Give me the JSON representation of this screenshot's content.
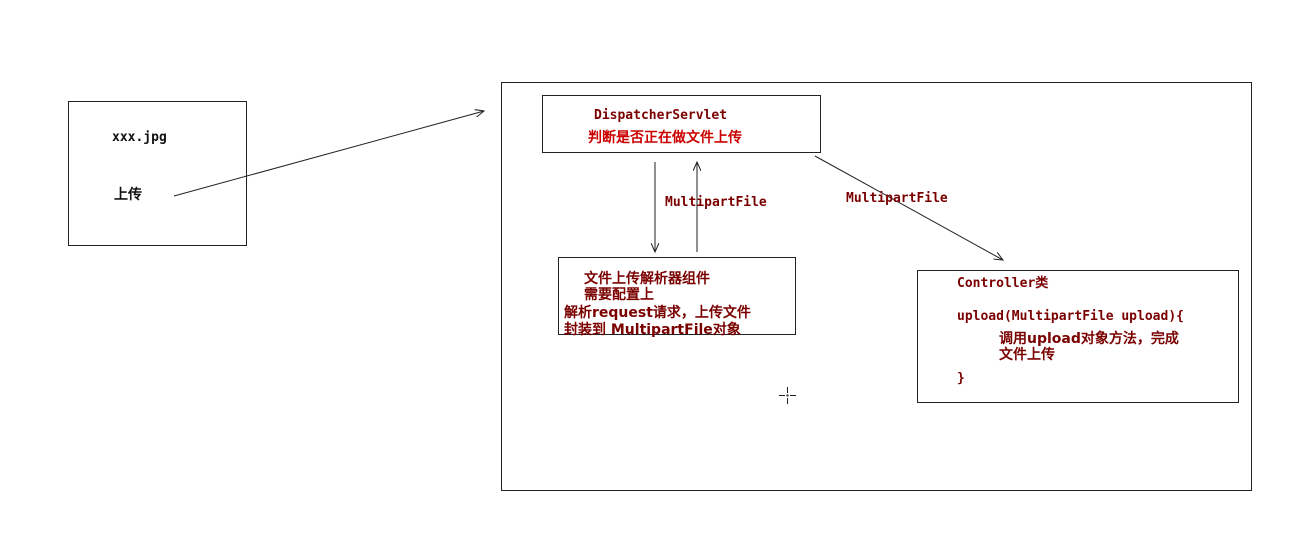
{
  "colors": {
    "text_dark": "#111111",
    "text_red": "#7a0000",
    "text_bright_red": "#cc0000",
    "line": "#222222"
  },
  "client_box": {
    "filename": "xxx.jpg",
    "upload_label": "上传"
  },
  "dispatcher": {
    "title": "DispatcherServlet",
    "subtitle": "判断是否正在做文件上传"
  },
  "arrow_labels": {
    "multipart_left": "MultipartFile",
    "multipart_right": "MultipartFile"
  },
  "resolver": {
    "line1": "文件上传解析器组件",
    "line2": "需要配置上",
    "line3": "解析request请求，上传文件",
    "line4": "封装到 MultipartFile对象"
  },
  "controller": {
    "title": "Controller类",
    "method_sig": "upload(MultipartFile upload){",
    "body_line1": "调用upload对象方法，完成",
    "body_line2": "文件上传",
    "closing": "}"
  },
  "icons": {
    "cursor": "crosshair-cursor-icon"
  }
}
